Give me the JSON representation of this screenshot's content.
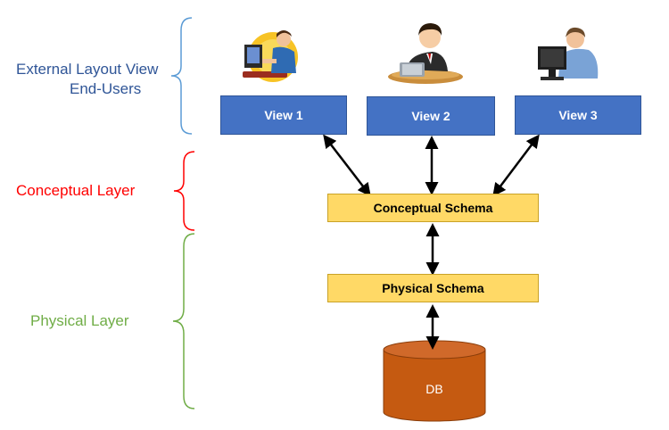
{
  "layers": {
    "external": {
      "line1": "External Layout View",
      "line2": "End-Users",
      "color": "#2f5597",
      "brace_color": "#5b9bd5"
    },
    "conceptual": {
      "label": "Conceptual Layer",
      "color": "#ff0000",
      "brace_color": "#ff0000"
    },
    "physical": {
      "label": "Physical Layer",
      "color": "#70ad47",
      "brace_color": "#70ad47"
    }
  },
  "views": [
    {
      "label": "View 1",
      "icon": "user-at-desktop-icon"
    },
    {
      "label": "View 2",
      "icon": "user-at-laptop-icon"
    },
    {
      "label": "View 3",
      "icon": "user-at-monitor-icon"
    }
  ],
  "conceptual_schema": {
    "label": "Conceptual Schema"
  },
  "physical_schema": {
    "label": "Physical Schema"
  },
  "database": {
    "label": "DB",
    "icon": "database-cylinder-icon",
    "color": "#c55a11"
  },
  "colors": {
    "view_fill": "#4472c4",
    "schema_fill": "#ffd966",
    "arrow": "#000000"
  }
}
